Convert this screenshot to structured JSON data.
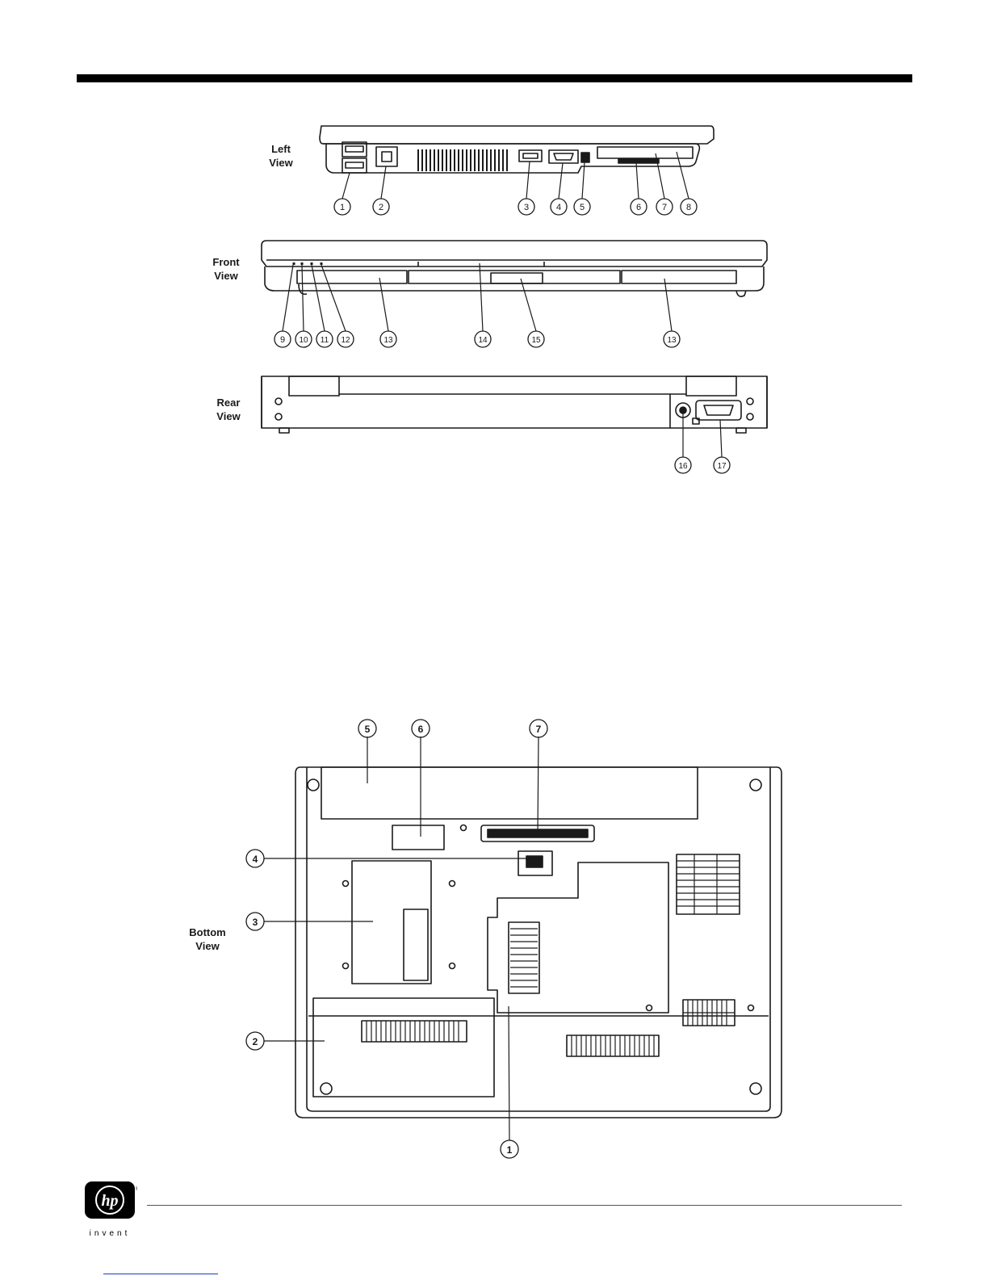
{
  "views": {
    "left": {
      "line1": "Left",
      "line2": "View",
      "callouts": [
        "1",
        "2",
        "3",
        "4",
        "5",
        "6",
        "7",
        "8"
      ]
    },
    "front": {
      "line1": "Front",
      "line2": "View",
      "callouts": [
        "9",
        "10",
        "11",
        "12",
        "13",
        "14",
        "15",
        "13"
      ]
    },
    "rear": {
      "line1": "Rear",
      "line2": "View",
      "callouts": [
        "16",
        "17"
      ]
    },
    "bottom": {
      "line1": "Bottom",
      "line2": "View",
      "callouts": [
        "1",
        "2",
        "3",
        "4",
        "5",
        "6",
        "7"
      ]
    }
  },
  "logo": {
    "mark": "hp",
    "tagline": "invent",
    "registered": "®"
  },
  "colors": {
    "ink": "#1a1a1a",
    "link": "#1a3dbb"
  }
}
